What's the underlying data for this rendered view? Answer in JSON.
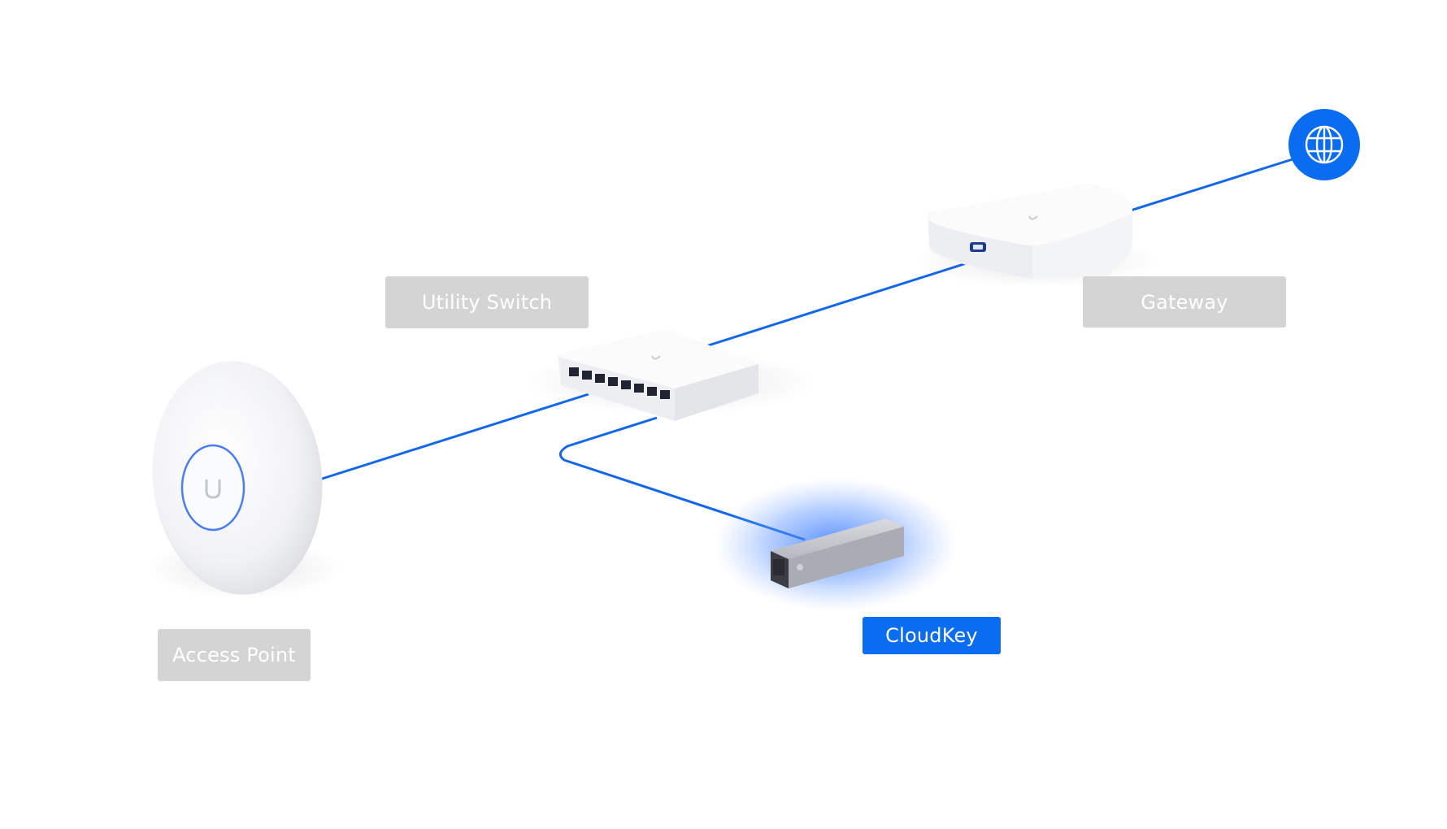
{
  "devices": {
    "utility_switch": {
      "label": "Utility Switch",
      "active": false,
      "icon": "switch-device-icon"
    },
    "gateway": {
      "label": "Gateway",
      "active": false,
      "icon": "gateway-device-icon"
    },
    "access_point": {
      "label": "Access Point",
      "active": false,
      "icon": "access-point-device-icon"
    },
    "cloudkey": {
      "label": "CloudKey",
      "active": true,
      "icon": "cloudkey-device-icon"
    }
  },
  "internet": {
    "icon": "globe-icon"
  },
  "colors": {
    "link_line": "#1268e8",
    "active_label": "#0a6cf0",
    "inactive_label": "#d4d4d4",
    "globe_fill": "#0a6cf0",
    "cloudkey_glow": "#3a7bff"
  }
}
